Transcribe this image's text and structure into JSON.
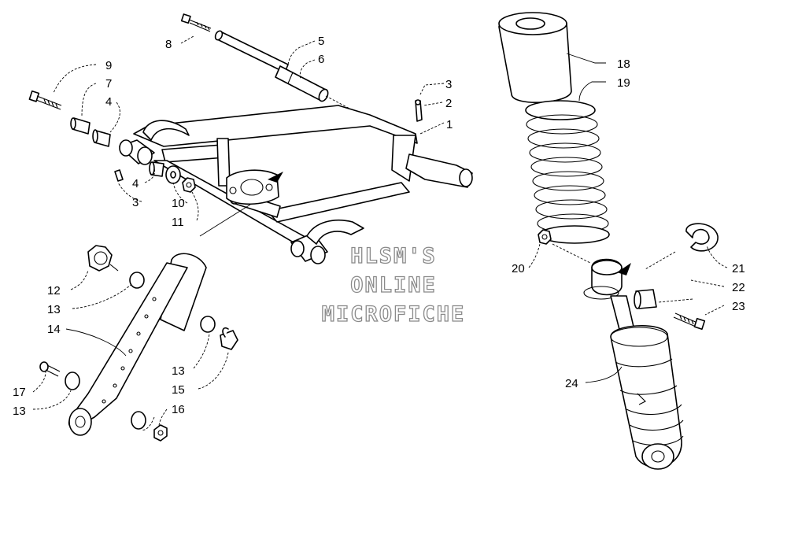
{
  "watermark": {
    "line1": "HLSM'S",
    "line2": "ONLINE",
    "line3": "MICROFICHE"
  },
  "callouts": [
    {
      "id": "c1",
      "label": "1"
    },
    {
      "id": "c2",
      "label": "2"
    },
    {
      "id": "c3a",
      "label": "3"
    },
    {
      "id": "c3b",
      "label": "3"
    },
    {
      "id": "c4a",
      "label": "4"
    },
    {
      "id": "c4b",
      "label": "4"
    },
    {
      "id": "c5",
      "label": "5"
    },
    {
      "id": "c6",
      "label": "6"
    },
    {
      "id": "c7",
      "label": "7"
    },
    {
      "id": "c8",
      "label": "8"
    },
    {
      "id": "c9",
      "label": "9"
    },
    {
      "id": "c10",
      "label": "10"
    },
    {
      "id": "c11",
      "label": "11"
    },
    {
      "id": "c12",
      "label": "12"
    },
    {
      "id": "c13a",
      "label": "13"
    },
    {
      "id": "c13b",
      "label": "13"
    },
    {
      "id": "c13c",
      "label": "13"
    },
    {
      "id": "c14",
      "label": "14"
    },
    {
      "id": "c15",
      "label": "15"
    },
    {
      "id": "c16",
      "label": "16"
    },
    {
      "id": "c17",
      "label": "17"
    },
    {
      "id": "c18",
      "label": "18"
    },
    {
      "id": "c19",
      "label": "19"
    },
    {
      "id": "c20",
      "label": "20"
    },
    {
      "id": "c21",
      "label": "21"
    },
    {
      "id": "c22",
      "label": "22"
    },
    {
      "id": "c23",
      "label": "23"
    },
    {
      "id": "c24",
      "label": "24"
    }
  ]
}
